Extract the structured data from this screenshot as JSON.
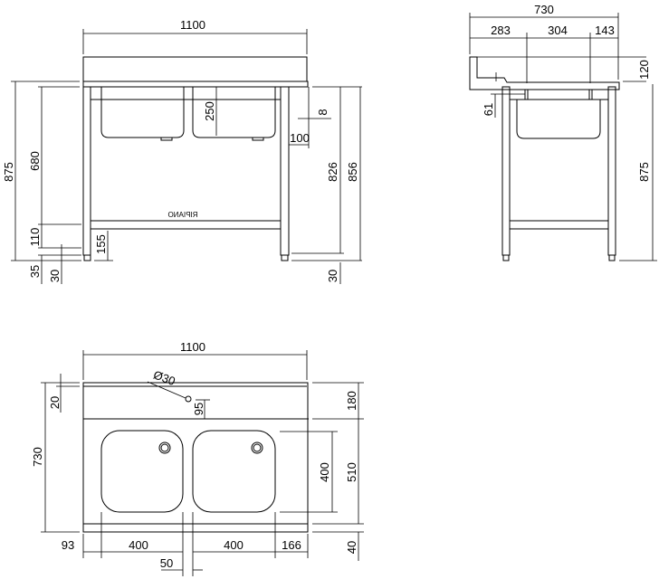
{
  "front_view": {
    "width": "1100",
    "height_total": "875",
    "sink_zone": "680",
    "shelf_gap": "110",
    "shelf_height": "155",
    "foot": "35",
    "adjust": "30",
    "bowl_depth": "250",
    "rim": "8",
    "frame": "100",
    "inner_height": "826",
    "top_height": "856",
    "adjust_right": "30",
    "shelf_label": "RIPIANO"
  },
  "side_view": {
    "depth": "730",
    "seg_back": "283",
    "seg_bowl": "304",
    "seg_front": "143",
    "upstand": "120",
    "height": "875",
    "gap": "61"
  },
  "top_view": {
    "width": "1100",
    "depth": "730",
    "back_edge": "20",
    "tap_hole": "Ø30",
    "tap_offset": "95",
    "backsplash_zone": "180",
    "bowl_zone": "510",
    "bowl_size": "400",
    "front_edge": "40",
    "left_margin": "93",
    "bowl_left": "400",
    "bowl_right": "400",
    "right_margin": "166",
    "bowl_gap": "50"
  }
}
